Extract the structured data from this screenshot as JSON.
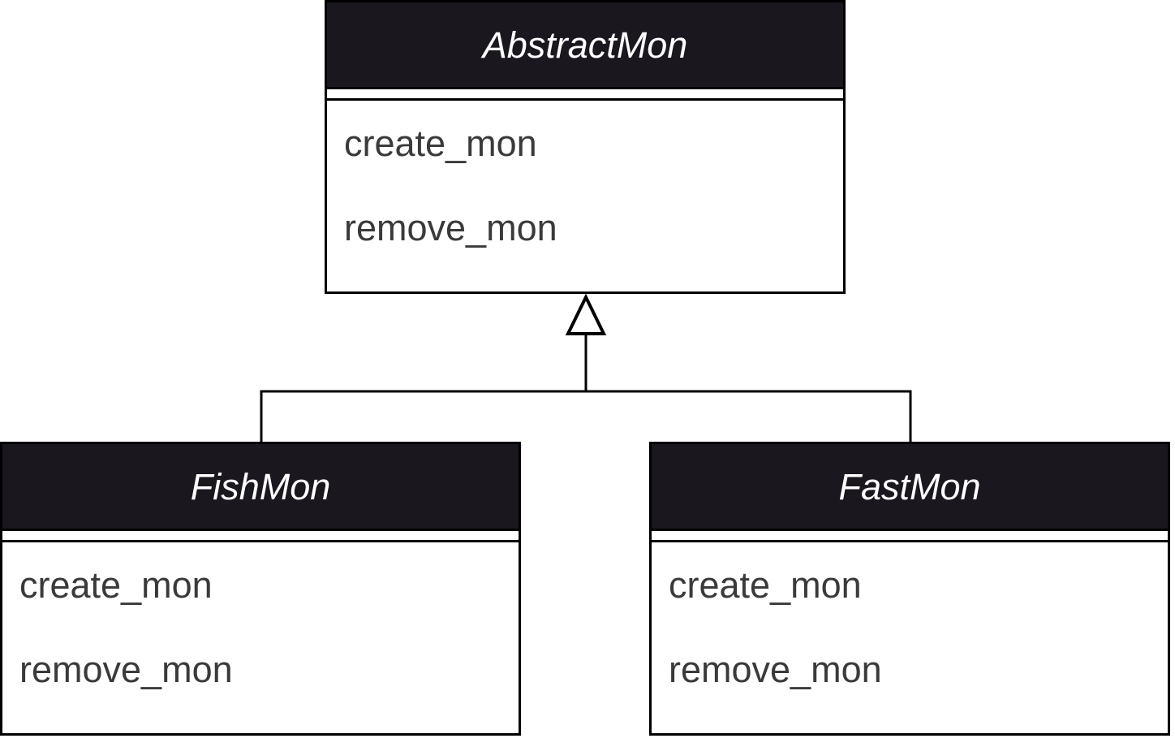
{
  "diagram": {
    "classes": [
      {
        "id": "abstract",
        "name": "AbstractMon",
        "operations": [
          "create_mon",
          "remove_mon"
        ]
      },
      {
        "id": "fish",
        "name": "FishMon",
        "operations": [
          "create_mon",
          "remove_mon"
        ]
      },
      {
        "id": "fast",
        "name": "FastMon",
        "operations": [
          "create_mon",
          "remove_mon"
        ]
      }
    ],
    "relations": [
      {
        "type": "generalization",
        "from": "FishMon",
        "to": "AbstractMon"
      },
      {
        "type": "generalization",
        "from": "FastMon",
        "to": "AbstractMon"
      }
    ],
    "colors": {
      "header_fill": "#1a171f",
      "header_text": "#ffffff",
      "border": "#000000",
      "operation_text": "#3a3a3a"
    }
  }
}
